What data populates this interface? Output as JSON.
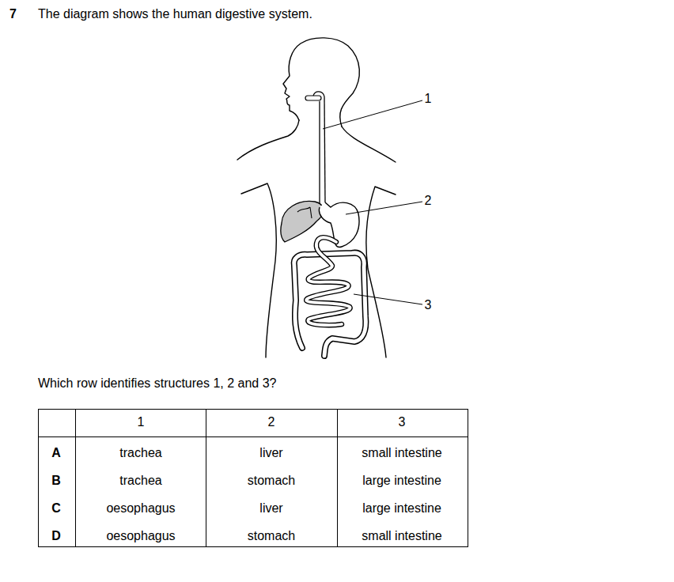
{
  "diagram": {
    "labels": [
      "7",
      "The diagram shows the human digestive system.",
      "1",
      "2",
      "3",
      "Which row identifies structures 1, 2 and 3?",
      "1",
      "2",
      "3",
      "A",
      "trachea",
      "liver",
      "small intestine",
      "B",
      "trachea",
      "stomach",
      "large intestine",
      "C",
      "oesophagus",
      "liver",
      "large intestine",
      "D",
      "oesophagus",
      "stomach",
      "small intestine"
    ]
  }
}
